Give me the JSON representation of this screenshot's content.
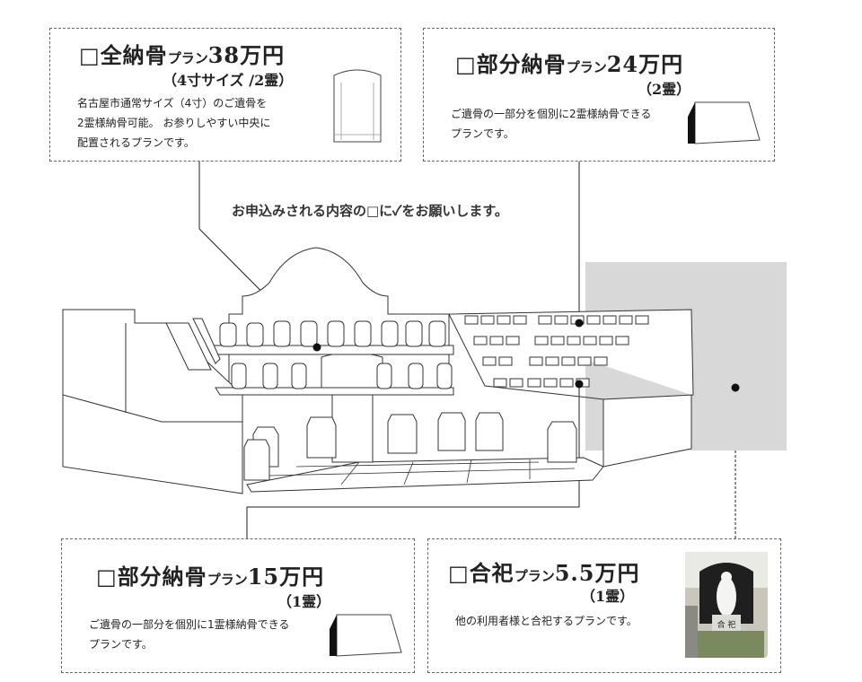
{
  "instruction": "お申込みされる内容の□に✓をお願いします。",
  "plans": [
    {
      "checkbox": "□",
      "name": "全納骨",
      "plan_word": "プラン",
      "price": "38万円",
      "sub": "（4寸サイズ /2霊）",
      "desc": [
        "名古屋市通常サイズ（4寸）のご遺骨を",
        "2霊様納骨可能。 お参りしやすい中央に",
        "配置されるプランです。"
      ]
    },
    {
      "checkbox": "□",
      "name": "部分納骨",
      "plan_word": "プラン",
      "price": "24万円",
      "sub": "（2霊）",
      "desc": [
        "ご遺骨の一部分を個別に2霊様納骨できる",
        "プランです。"
      ]
    },
    {
      "checkbox": "□",
      "name": "部分納骨",
      "plan_word": "プラン",
      "price": "15万円",
      "sub": "（1霊）",
      "desc": [
        "ご遺骨の一部分を個別に1霊様納骨できる",
        "プランです。"
      ]
    },
    {
      "checkbox": "□",
      "name": "合祀",
      "plan_word": "プラン",
      "price": "5.5万円",
      "sub": "（1霊）",
      "desc": [
        "他の利用者様と合祀するプランです。"
      ]
    }
  ],
  "photo_plaque": "合 祀"
}
